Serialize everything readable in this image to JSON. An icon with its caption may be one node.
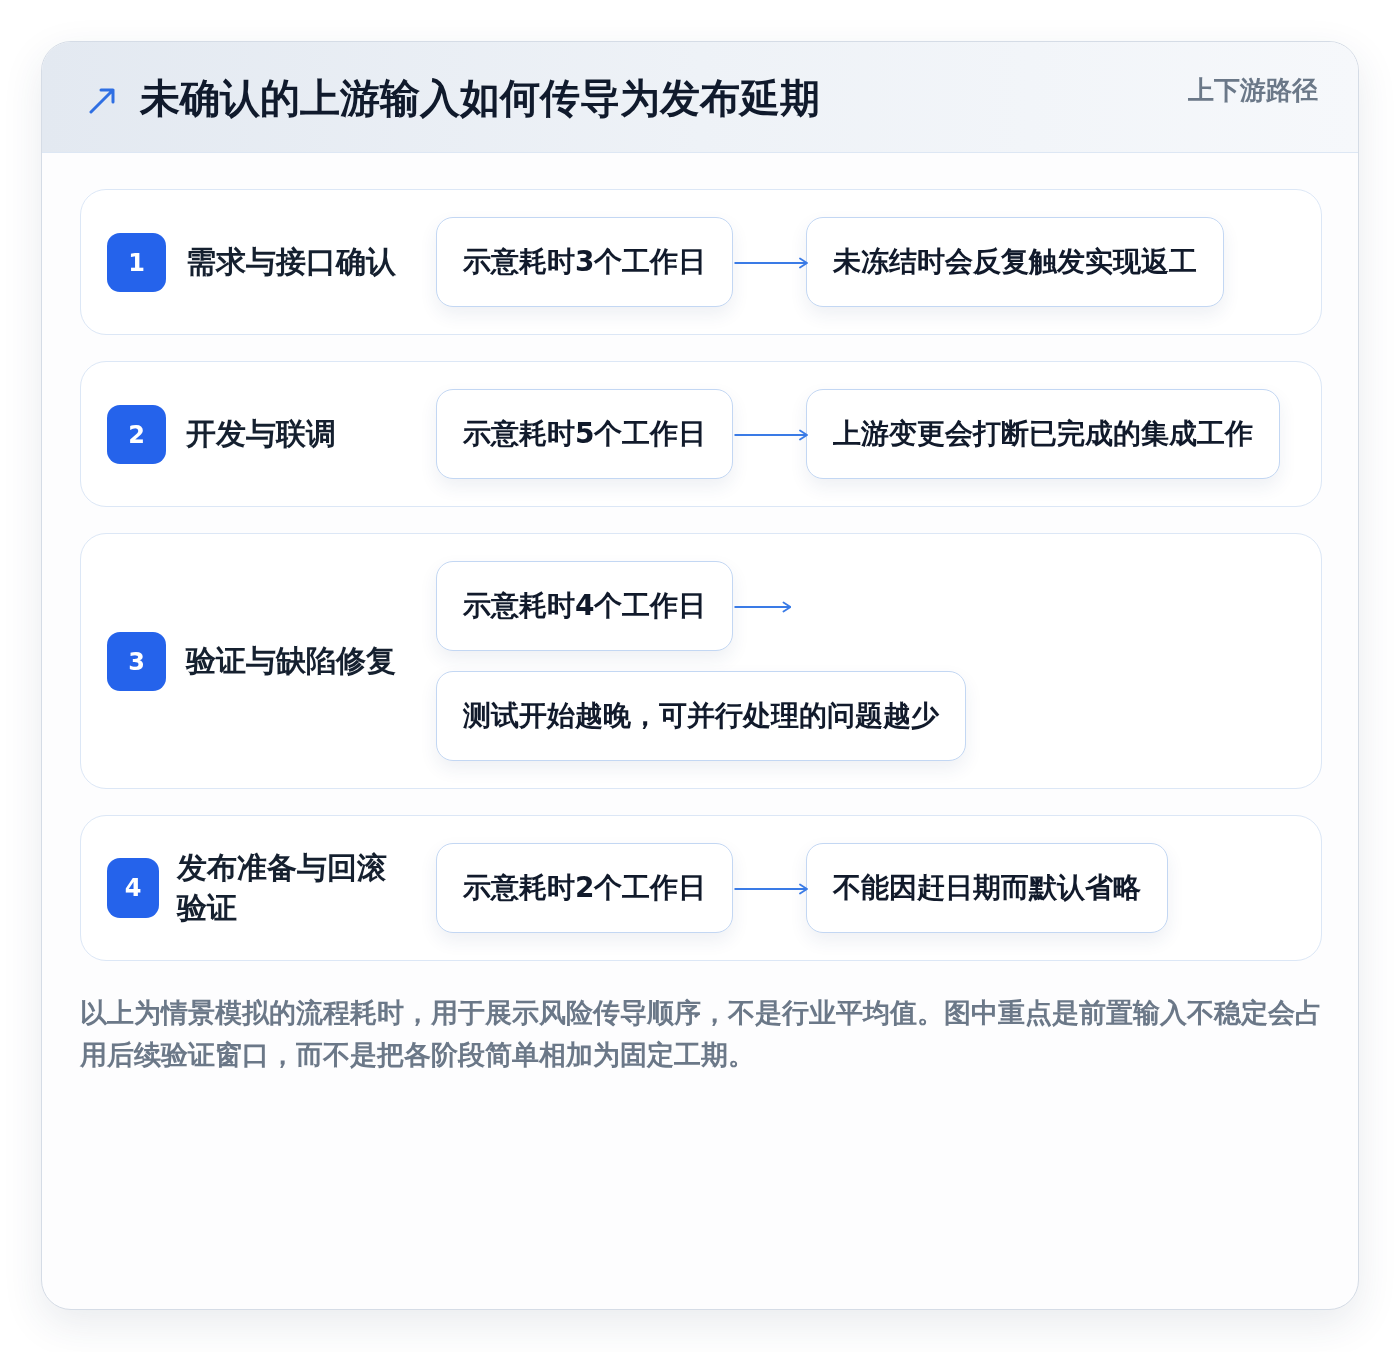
{
  "diagram": {
    "title": "未确认的上游输入如何传导为发布延期",
    "caption": "以上为情景模拟的流程耗时，用于展示风险传导顺序，不是行业平均值。图中重点是前置输入不稳定会占用后续验证窗口，而不是把各阶段简单相加为固定工期。",
    "labels": [
      "上下游路径"
    ],
    "nodes": [
      {
        "text": [
          "需求与接口确认"
        ]
      },
      {
        "text": [
          "1"
        ],
        "in": 0
      },
      {
        "text": [
          "示意耗时3个工作日"
        ],
        "in": 0
      },
      {
        "text": [
          "未冻结时会反复触发实现返工"
        ],
        "in": 0
      },
      {
        "text": [
          "开发与联调"
        ]
      },
      {
        "text": [
          "2"
        ],
        "in": 4
      },
      {
        "text": [
          "示意耗时5个工作日"
        ],
        "in": 4
      },
      {
        "text": [
          "上游变更会打断已完成的集成工作"
        ],
        "in": 4
      },
      {
        "text": [
          "验证与缺陷修复"
        ]
      },
      {
        "text": [
          "3"
        ],
        "in": 8
      },
      {
        "text": [
          "示意耗时4个工作日"
        ],
        "in": 8
      },
      {
        "text": [
          "测试开始越晚，可并行处理的问题越少"
        ],
        "in": 8
      },
      {
        "text": [
          "发布准备与回滚验证"
        ]
      },
      {
        "text": [
          "4"
        ],
        "in": 12
      },
      {
        "text": [
          "示意耗时2个工作日"
        ],
        "in": 12
      },
      {
        "text": [
          "不能因赶日期而默认省略"
        ],
        "in": 12
      }
    ],
    "edges": [
      {
        "from": 2,
        "to": 3,
        "arrow": "to"
      },
      {
        "from": 6,
        "to": 7,
        "arrow": "to"
      },
      {
        "from": 10,
        "to": null,
        "arrow": "to"
      },
      {
        "from": 14,
        "to": 15,
        "arrow": "to"
      }
    ]
  }
}
